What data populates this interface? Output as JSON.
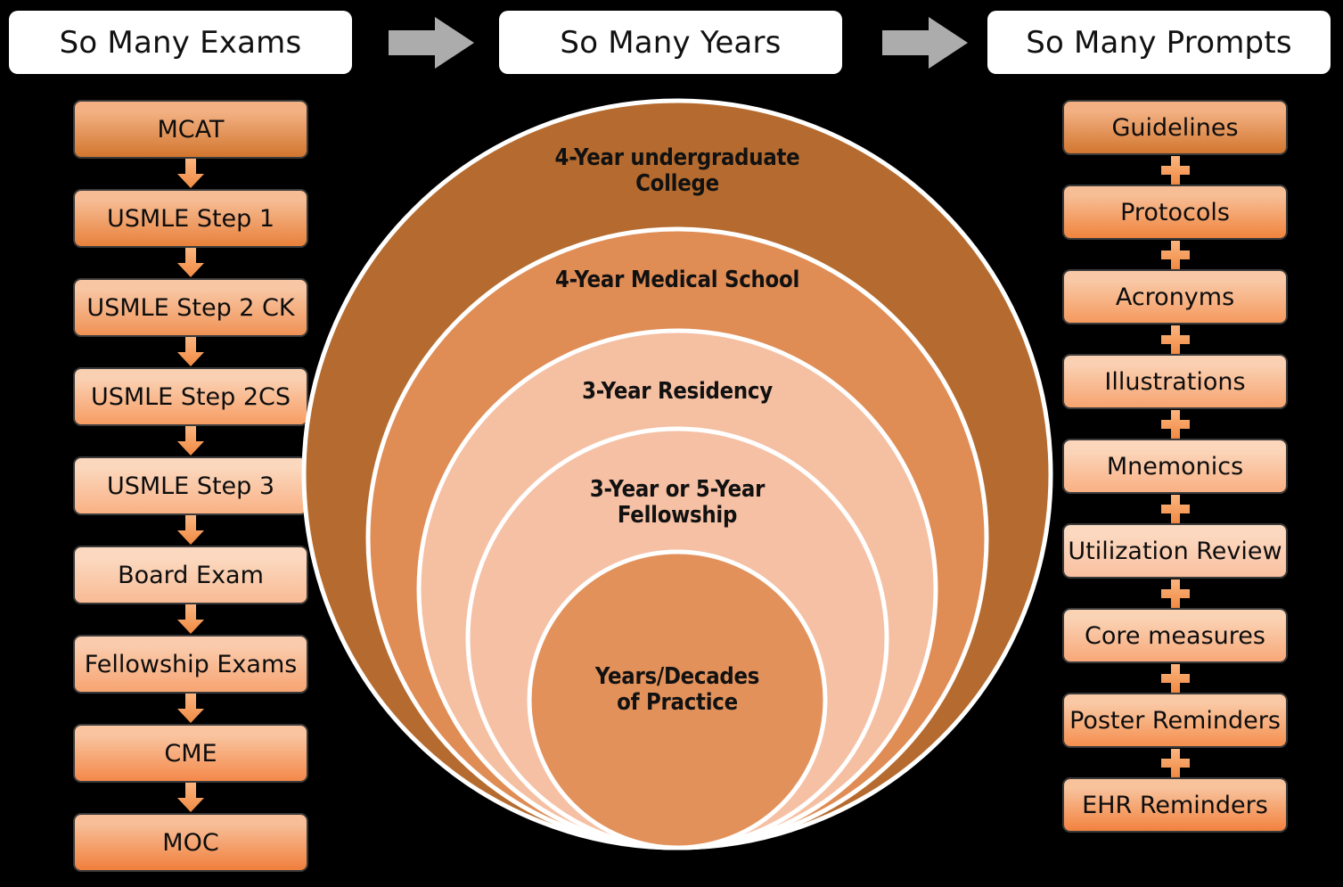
{
  "headers": [
    {
      "id": "exams",
      "label": "So Many Exams"
    },
    {
      "id": "years",
      "label": "So Many Years"
    },
    {
      "id": "prompts",
      "label": "So Many Prompts"
    }
  ],
  "connector_icons": {
    "header_arrow": "right-arrow-icon",
    "exam_connector": "down-arrow-icon",
    "prompt_connector": "plus-icon"
  },
  "left_column": {
    "title": "So Many Exams",
    "items": [
      {
        "label": "MCAT",
        "top": "#F3B183",
        "bottom": "#D2762F"
      },
      {
        "label": "USMLE Step 1",
        "top": "#F6BC93",
        "bottom": "#E8813B"
      },
      {
        "label": "USMLE Step 2 CK",
        "top": "#F8C6A3",
        "bottom": "#F09255"
      },
      {
        "label": "USMLE Step 2CS",
        "top": "#FAD0B2",
        "bottom": "#F79D63"
      },
      {
        "label": "USMLE Step 3",
        "top": "#FBD7BD",
        "bottom": "#F9B184"
      },
      {
        "label": "Board Exam",
        "top": "#FBD9C0",
        "bottom": "#F9BB95"
      },
      {
        "label": "Fellowship Exams",
        "top": "#FACBAC",
        "bottom": "#F7A472"
      },
      {
        "label": "CME",
        "top": "#F9C49F",
        "bottom": "#F4894A"
      },
      {
        "label": "MOC",
        "top": "#F7BE97",
        "bottom": "#F07F3C"
      }
    ]
  },
  "right_column": {
    "title": "So Many Prompts",
    "items": [
      {
        "label": "Guidelines",
        "top": "#F3B183",
        "bottom": "#D2762F"
      },
      {
        "label": "Protocols",
        "top": "#F7BE96",
        "bottom": "#F0843D"
      },
      {
        "label": "Acronyms",
        "top": "#F9C9A7",
        "bottom": "#F59A5E"
      },
      {
        "label": "Illustrations",
        "top": "#FAD0B2",
        "bottom": "#F7A470"
      },
      {
        "label": "Mnemonics",
        "top": "#FBD6BB",
        "bottom": "#F9B083"
      },
      {
        "label": "Utilization Review",
        "top": "#FBD9C0",
        "bottom": "#FAC0A0"
      },
      {
        "label": "Core measures",
        "top": "#FAD2B4",
        "bottom": "#F8A878"
      },
      {
        "label": "Poster Reminders",
        "top": "#F9C8A4",
        "bottom": "#F58F4F"
      },
      {
        "label": "EHR Reminders",
        "top": "#F8C29B",
        "bottom": "#F2823F"
      }
    ]
  },
  "center_diagram": {
    "title": "So Many Years",
    "type": "concentric-nested-circles",
    "rings": [
      {
        "label": "4-Year undergraduate\nCollege",
        "fill": "#B56B2F",
        "stroke": "#FFFFFF"
      },
      {
        "label": "4-Year Medical School",
        "fill": "#DF8C55",
        "stroke": "#FFFFFF"
      },
      {
        "label": "3-Year Residency",
        "fill": "#F5BFA2",
        "stroke": "#FFFFFF"
      },
      {
        "label": "3-Year or 5-Year\nFellowship",
        "fill": "#F5C0A4",
        "stroke": "#FFFFFF"
      },
      {
        "label": "Years/Decades\nof Practice",
        "fill": "#E2915A",
        "stroke": "#FFFFFF"
      }
    ]
  },
  "colors": {
    "background": "#000000",
    "banner_fill": "#FFFFFF",
    "banner_text": "#111111",
    "gray_arrow": "#ACACAC",
    "box_border": "#3A3A3A",
    "connector_orange_light": "#FBB580",
    "connector_orange_dark": "#F08A43"
  }
}
